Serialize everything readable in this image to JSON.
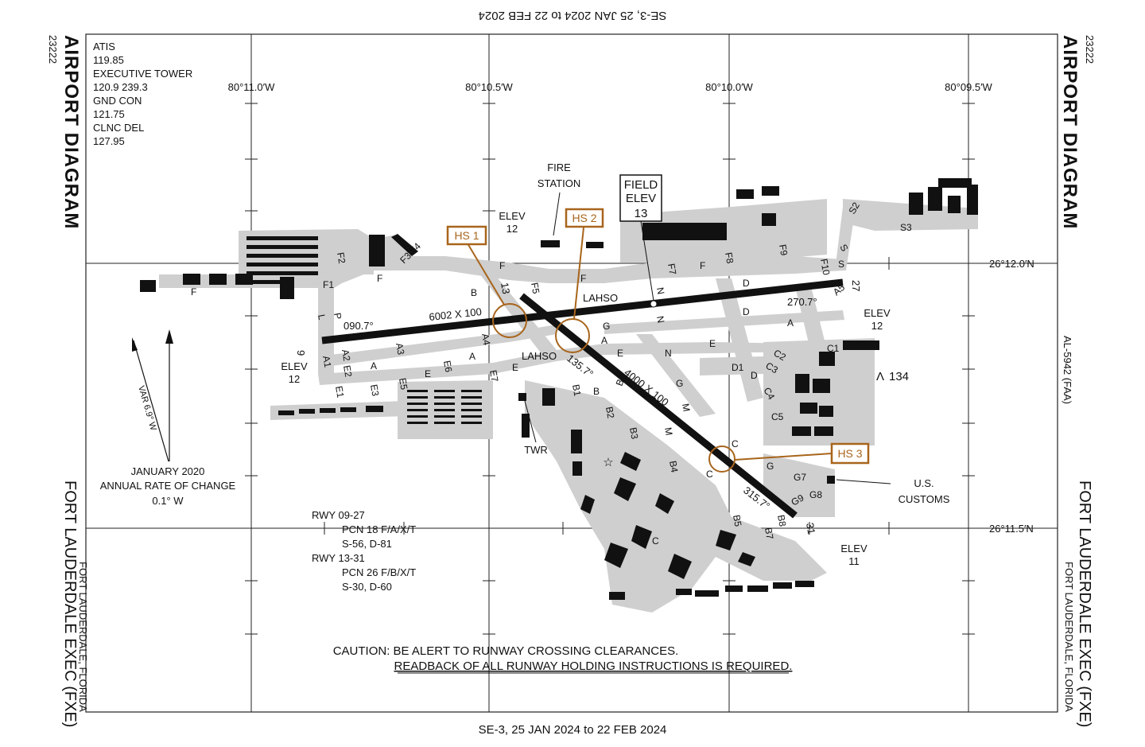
{
  "effective_date": "SE-3,  25 JAN 2024  to  22 FEB 2024",
  "effective_date_top": "SE-3,  25 JAN 2024  to  22 FEB 2024",
  "chart_title": "AIRPORT DIAGRAM",
  "chart_number": "23222",
  "airport_name": "FORT LAUDERDALE EXEC (FXE)",
  "airport_city": "FORT LAUDERDALE, FLORIDA",
  "chart_ref": "AL-5942 (FAA)",
  "frequencies": [
    "ATIS",
    "119.85",
    "EXECUTIVE TOWER",
    "120.9 239.3",
    "GND CON",
    "121.75",
    "CLNC DEL",
    "127.95"
  ],
  "longitudes": [
    "80°11.0′W",
    "80°10.5′W",
    "80°10.0′W",
    "80°09.5′W"
  ],
  "latitudes": [
    "26°12.0′N",
    "26°11.5′N"
  ],
  "field_elev": {
    "line1": "FIELD",
    "line2": "ELEV",
    "value": "13"
  },
  "fire_station": [
    "FIRE",
    "STATION"
  ],
  "hot_spots": [
    "HS 1",
    "HS 2",
    "HS 3"
  ],
  "runways": {
    "rwy_09_27": {
      "dim": "6002 X 100",
      "hdg_09": "090.7°",
      "hdg_27": "270.7°",
      "end_09": "9",
      "end_27": "27"
    },
    "rwy_13_31": {
      "dim": "4000 X 100",
      "hdg_13": "135.7°",
      "hdg_31": "315.7°",
      "end_13": "13",
      "end_31": "31"
    }
  },
  "elevations": [
    {
      "label": "ELEV",
      "value": "12"
    },
    {
      "label": "ELEV",
      "value": "12"
    },
    {
      "label": "ELEV",
      "value": "12"
    },
    {
      "label": "ELEV",
      "value": "11"
    }
  ],
  "lahso": "LAHSO",
  "twr": "TWR",
  "customs": [
    "U.S.",
    "CUSTOMS"
  ],
  "obstacle": "134",
  "variation": {
    "label": "VAR 6.9° W",
    "note": [
      "JANUARY 2020",
      "ANNUAL RATE OF CHANGE",
      "0.1° W"
    ]
  },
  "pcn": [
    "RWY 09-27",
    "PCN 18 F/A/X/T",
    "S-56, D-81",
    "RWY 13-31",
    "PCN 26 F/B/X/T",
    "S-30, D-60"
  ],
  "caution": [
    "CAUTION: BE ALERT TO RUNWAY CROSSING CLEARANCES.",
    "READBACK OF ALL RUNWAY HOLDING INSTRUCTIONS IS REQUIRED."
  ],
  "taxiway_labels": [
    "F",
    "F1",
    "F2",
    "F3",
    "F4",
    "F5",
    "F7",
    "F8",
    "F9",
    "F10",
    "A",
    "A1",
    "A2",
    "A3",
    "A4",
    "A5",
    "E",
    "E1",
    "E2",
    "E3",
    "E5",
    "E6",
    "E7",
    "B",
    "B1",
    "B2",
    "B3",
    "B4",
    "B5",
    "B7",
    "B8",
    "C",
    "C1",
    "C2",
    "C3",
    "C4",
    "C5",
    "D",
    "D1",
    "G",
    "G7",
    "G8",
    "G9",
    "N",
    "S",
    "S2",
    "S3",
    "L",
    "P",
    "M"
  ],
  "colors": {
    "pavement": "#cfcfcf",
    "hot_spot": "#a8651c",
    "ink": "#111111"
  }
}
